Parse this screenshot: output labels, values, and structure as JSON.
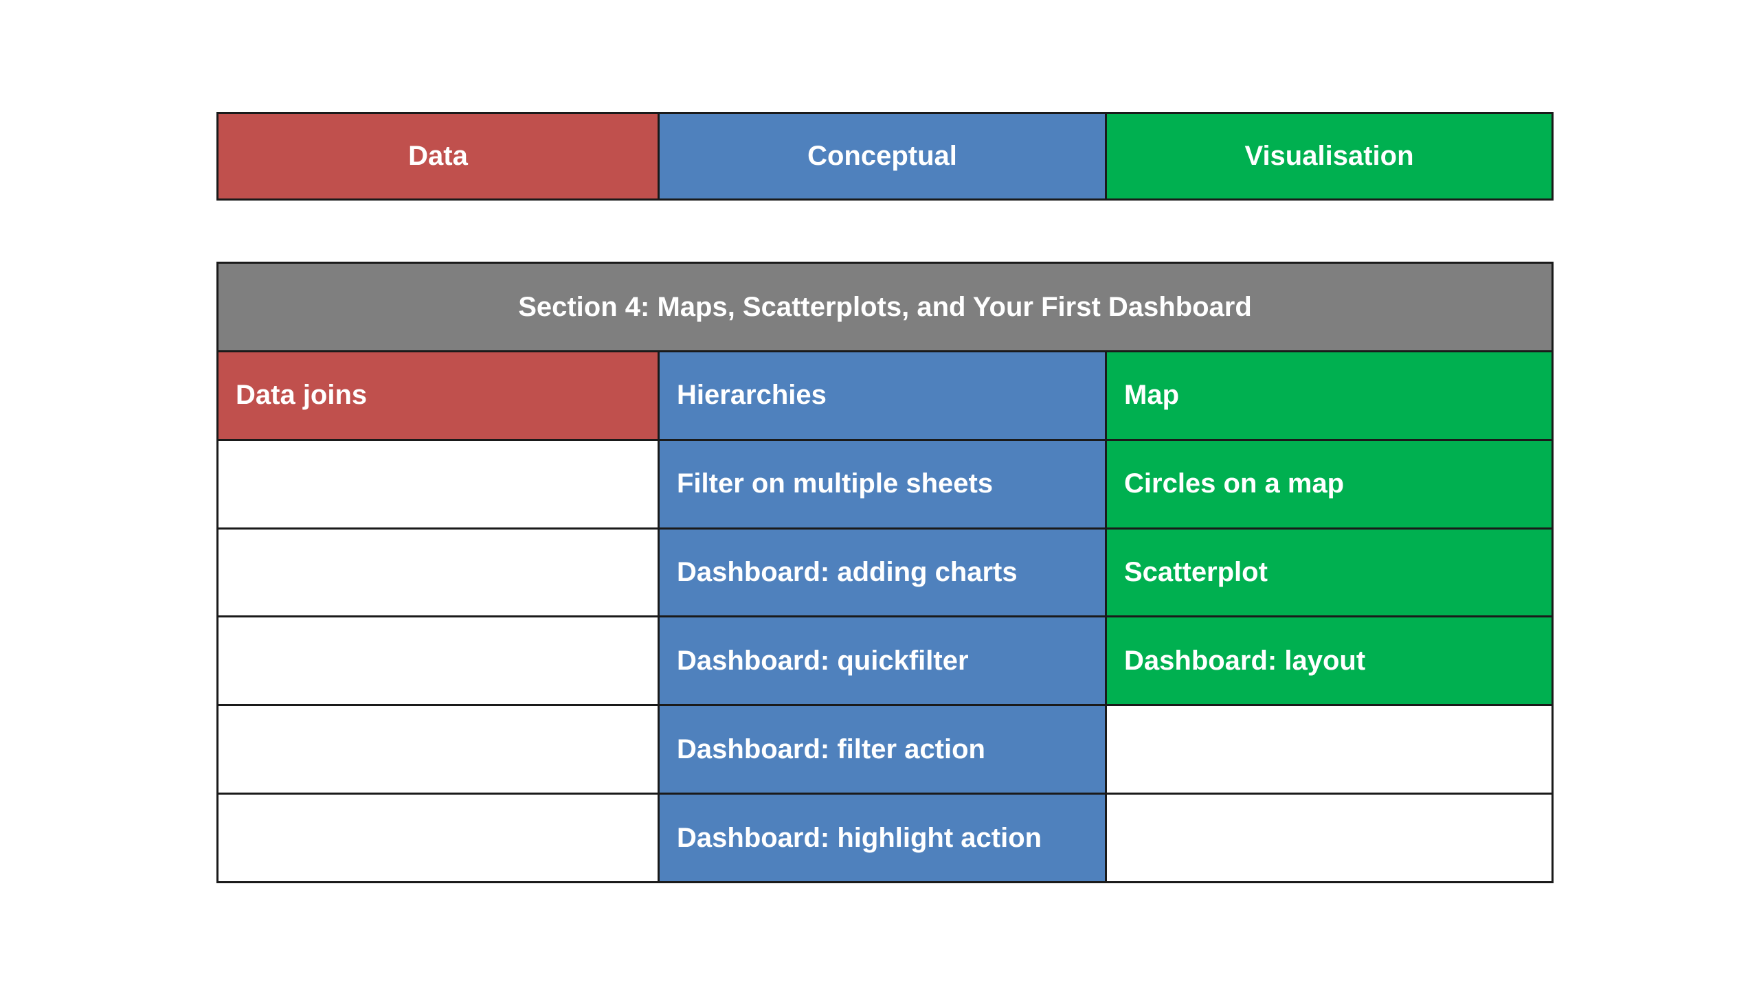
{
  "colors": {
    "data": "#c0504d",
    "conceptual": "#4f81bd",
    "visualisation": "#00b050",
    "section_header": "#7f7f7f"
  },
  "legend": {
    "data": "Data",
    "conceptual": "Conceptual",
    "visualisation": "Visualisation"
  },
  "section": {
    "title": "Section 4: Maps, Scatterplots, and Your First Dashboard",
    "rows": [
      {
        "data": "Data joins",
        "conceptual": "Hierarchies",
        "visualisation": "Map"
      },
      {
        "data": "",
        "conceptual": "Filter on multiple sheets",
        "visualisation": "Circles on a map"
      },
      {
        "data": "",
        "conceptual": "Dashboard: adding charts",
        "visualisation": "Scatterplot"
      },
      {
        "data": "",
        "conceptual": "Dashboard: quickfilter",
        "visualisation": "Dashboard: layout"
      },
      {
        "data": "",
        "conceptual": "Dashboard: filter action",
        "visualisation": ""
      },
      {
        "data": "",
        "conceptual": "Dashboard: highlight action",
        "visualisation": ""
      }
    ]
  }
}
